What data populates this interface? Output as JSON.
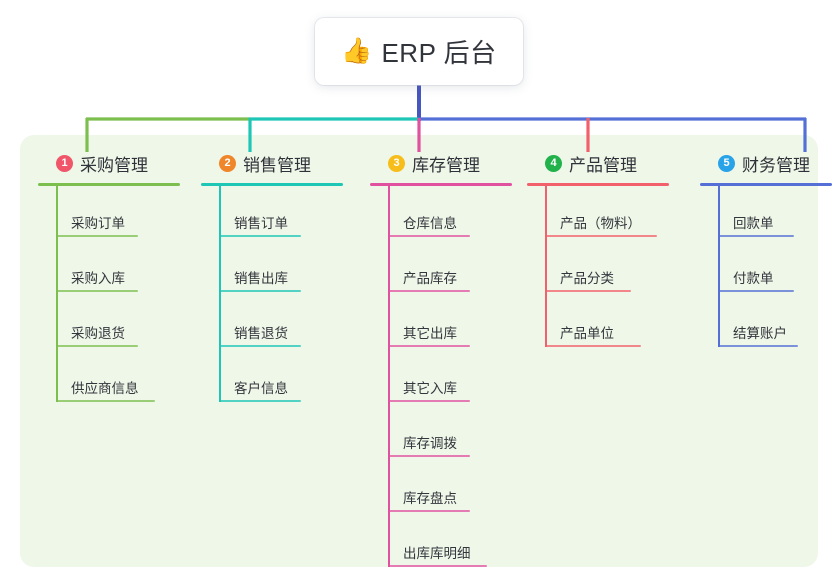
{
  "diagram": {
    "type": "mindmap-tree",
    "root": {
      "icon": "thumbs-up-icon",
      "emoji": "👍",
      "label": "ERP 后台"
    },
    "panel_bg": "#eff7e9",
    "root_stem_color": "#4657c0",
    "branches": [
      {
        "number": "1",
        "title": "采购管理",
        "badge_color": "#f0556a",
        "line_color": "#7cbf4f",
        "items": [
          {
            "label": "采购订单",
            "rule_width": 82
          },
          {
            "label": "采购入库",
            "rule_width": 82
          },
          {
            "label": "采购退货",
            "rule_width": 82
          },
          {
            "label": "供应商信息",
            "rule_width": 99
          }
        ]
      },
      {
        "number": "2",
        "title": "销售管理",
        "badge_color": "#f0862a",
        "line_color": "#1ec6b6",
        "items": [
          {
            "label": "销售订单",
            "rule_width": 82
          },
          {
            "label": "销售出库",
            "rule_width": 82
          },
          {
            "label": "销售退货",
            "rule_width": 82
          },
          {
            "label": "客户信息",
            "rule_width": 82
          }
        ]
      },
      {
        "number": "3",
        "title": "库存管理",
        "badge_color": "#f7bd1b",
        "line_color": "#e052a0",
        "items": [
          {
            "label": "仓库信息",
            "rule_width": 82
          },
          {
            "label": "产品库存",
            "rule_width": 82
          },
          {
            "label": "其它出库",
            "rule_width": 82
          },
          {
            "label": "其它入库",
            "rule_width": 82
          },
          {
            "label": "库存调拨",
            "rule_width": 82
          },
          {
            "label": "库存盘点",
            "rule_width": 82
          },
          {
            "label": "出库库明细",
            "rule_width": 99
          }
        ]
      },
      {
        "number": "4",
        "title": "产品管理",
        "badge_color": "#22b24c",
        "line_color": "#f2616b",
        "items": [
          {
            "label": "产品（物料）",
            "rule_width": 112
          },
          {
            "label": "产品分类",
            "rule_width": 86
          },
          {
            "label": "产品单位",
            "rule_width": 96
          }
        ]
      },
      {
        "number": "5",
        "title": "财务管理",
        "badge_color": "#29a3e8",
        "line_color": "#5470d6",
        "items": [
          {
            "label": "回款单",
            "rule_width": 76
          },
          {
            "label": "付款单",
            "rule_width": 76
          },
          {
            "label": "结算账户",
            "rule_width": 80
          }
        ]
      }
    ]
  }
}
